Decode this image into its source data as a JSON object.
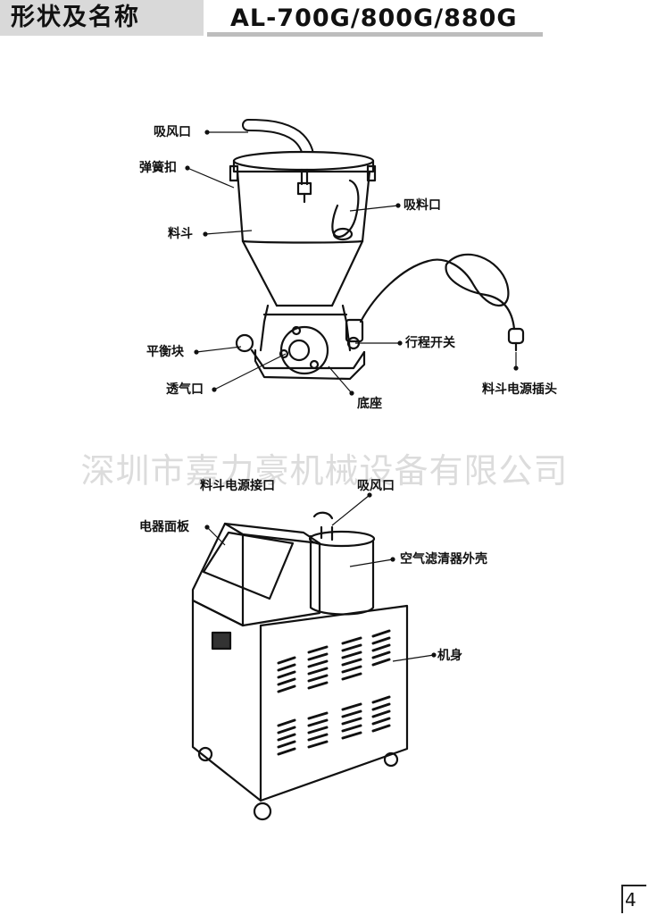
{
  "header": {
    "title": "形状及名称",
    "model": "AL-700G/800G/880G"
  },
  "watermark": "深圳市嘉力豪机械设备有限公司",
  "hopper_labels": {
    "suction_port": "吸风口",
    "spring_clip": "弹簧扣",
    "hopper": "料斗",
    "feed_inlet": "吸料口",
    "balance_block": "平衡块",
    "travel_switch": "行程开关",
    "vent": "透气口",
    "base": "底座",
    "power_plug": "料斗电源插头"
  },
  "machine_labels": {
    "power_socket": "料斗电源接口",
    "suction_port": "吸风口",
    "electric_panel": "电器面板",
    "filter_housing": "空气滤清器外壳",
    "body": "机身"
  },
  "page_number": "4"
}
